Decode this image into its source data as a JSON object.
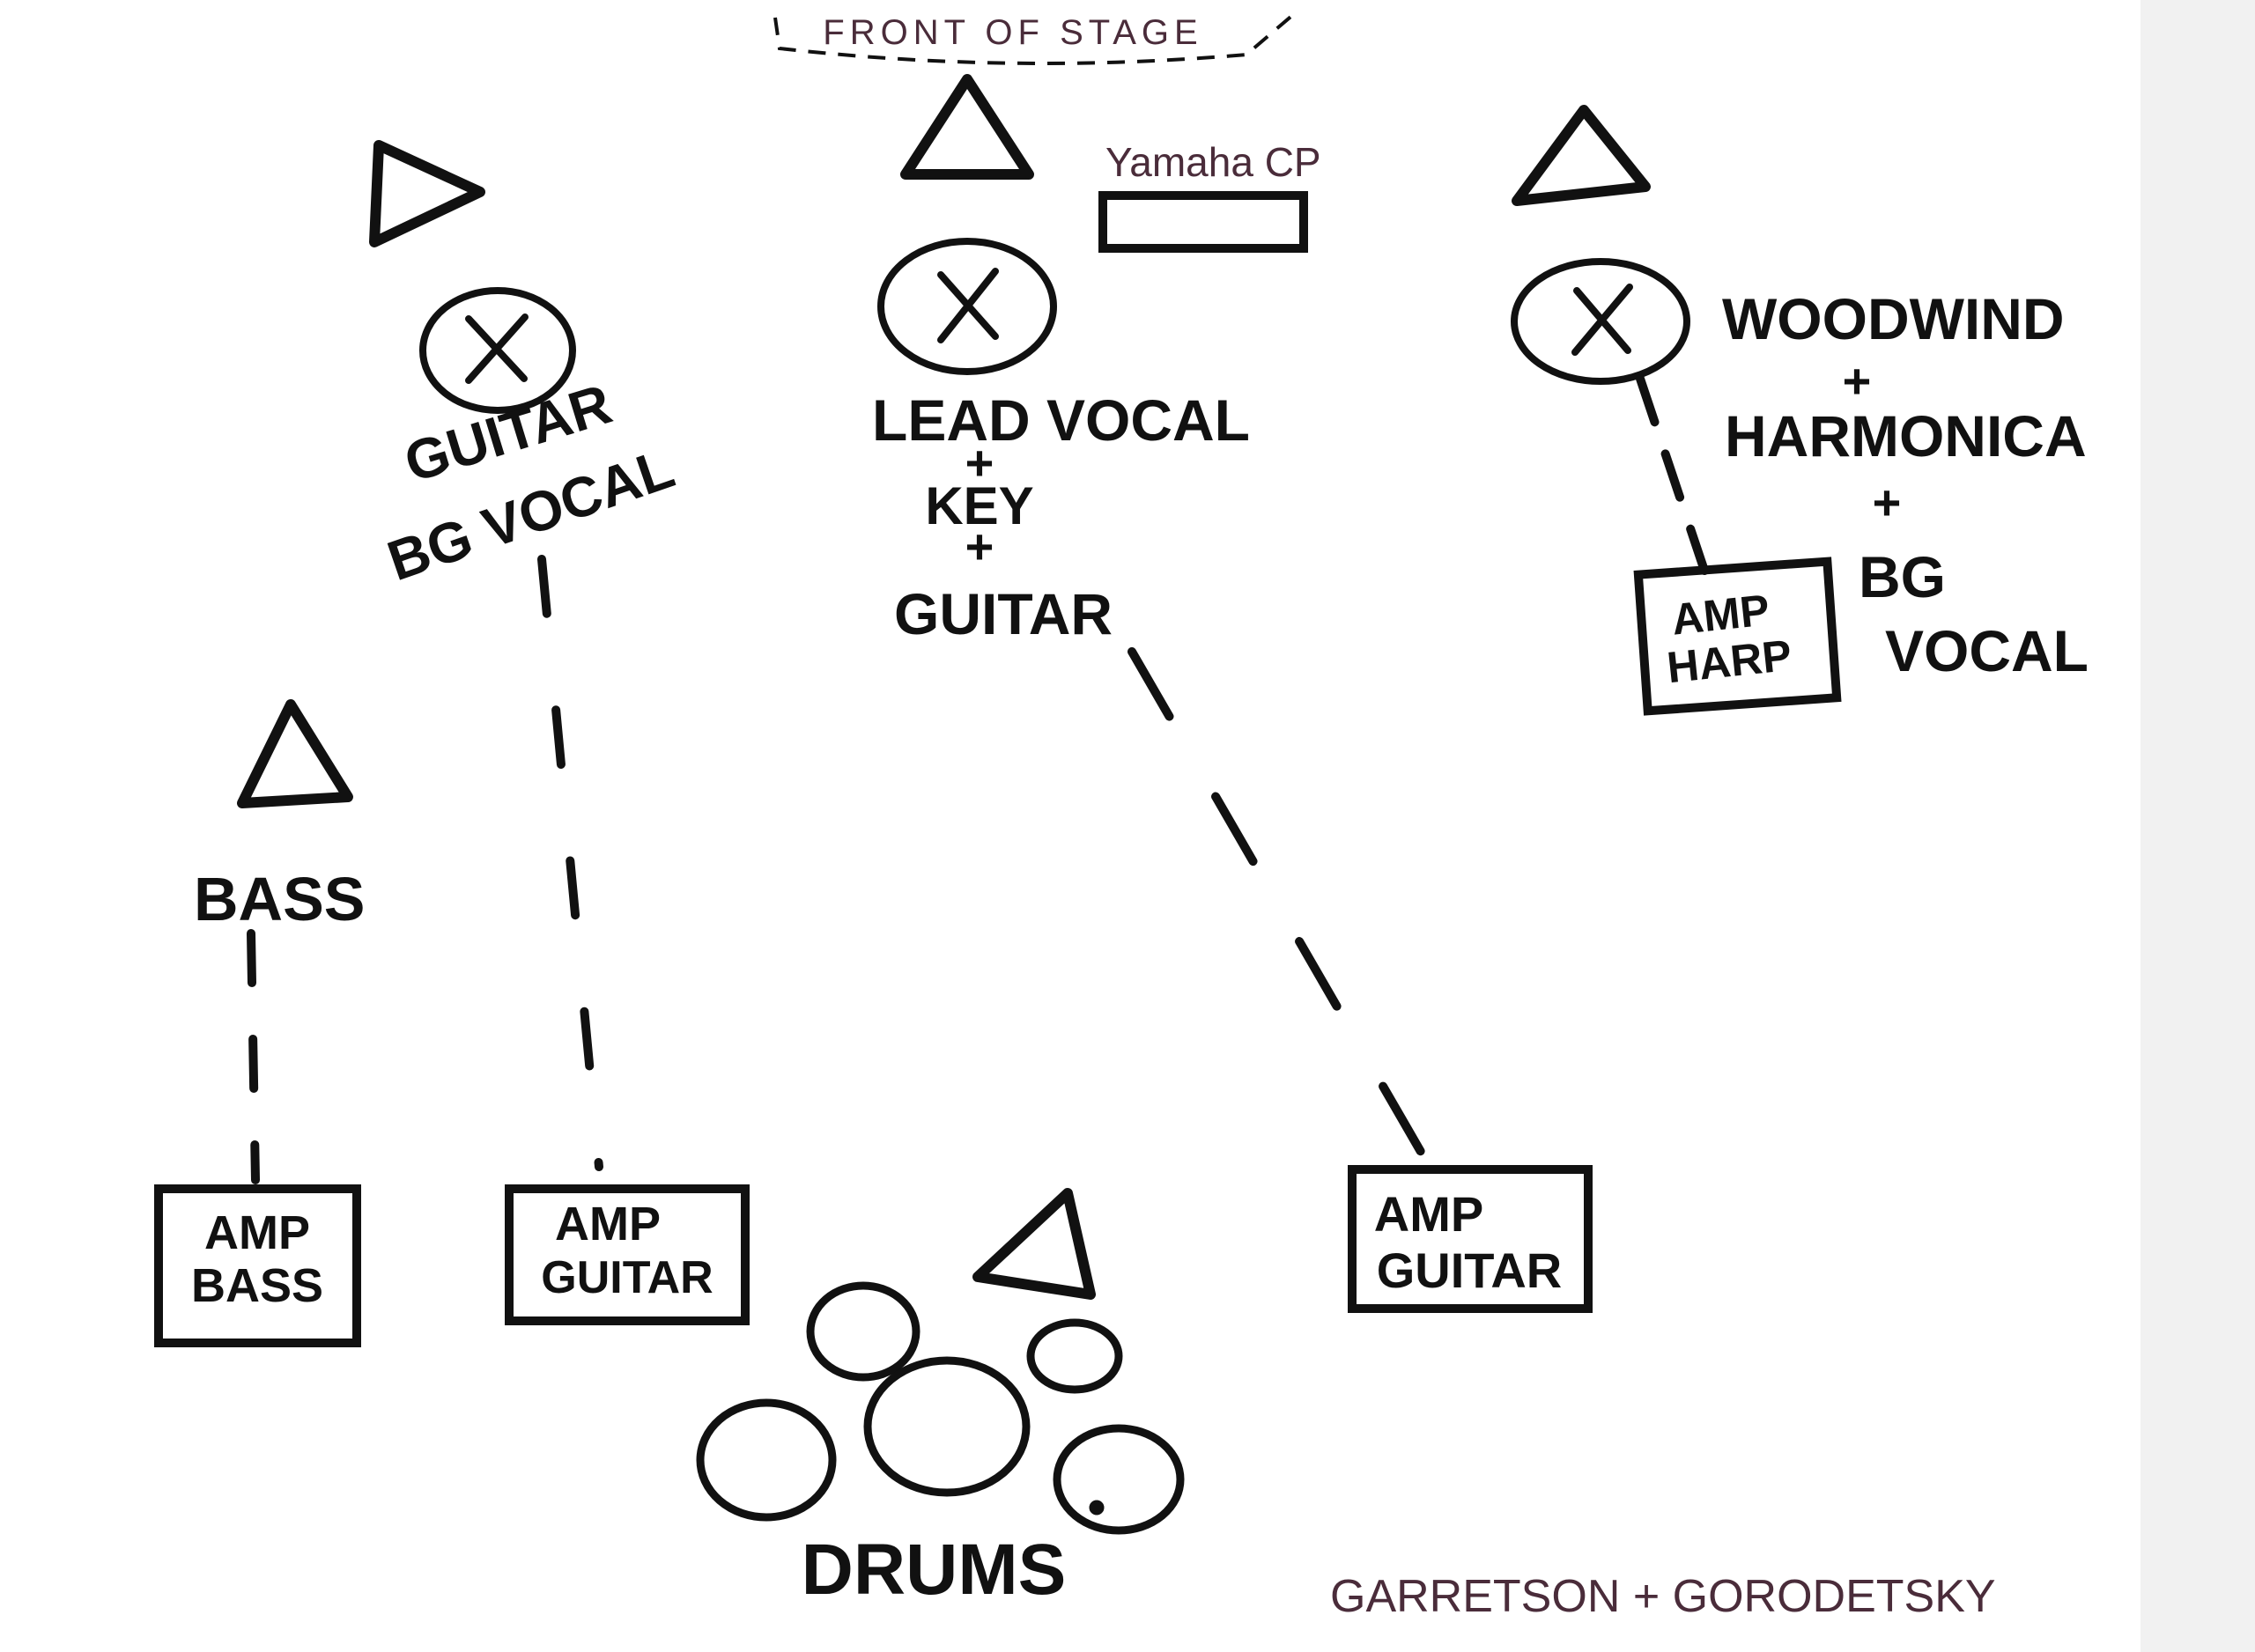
{
  "front_of_stage": "FRONT OF STAGE",
  "keyboard_label": "Yamaha CP",
  "positions": {
    "left": {
      "line1": "GUITAR",
      "line2": "BG VOCAL"
    },
    "center": {
      "line1": "LEAD VOCAL",
      "plus1": "+",
      "line2": "KEY",
      "plus2": "+",
      "line3": "GUITAR"
    },
    "right": {
      "line1": "WOODWIND",
      "plus1": "+",
      "line2": "HARMONICA",
      "plus2": "+",
      "line3": "BG",
      "line4": "VOCAL"
    },
    "bass": {
      "line1": "BASS"
    }
  },
  "amps": {
    "bass": {
      "line1": "AMP",
      "line2": "BASS"
    },
    "left_guitar": {
      "line1": "AMP",
      "line2": "GUITAR"
    },
    "right_guitar": {
      "line1": "AMP",
      "line2": "GUITAR"
    },
    "harp": {
      "line1": "AMP",
      "line2": "HARP"
    }
  },
  "drums_label": "DRUMS",
  "credit": "GARRETSON + GORODETSKY",
  "colors": {
    "ink": "#111111",
    "handwriting": "#4a2c3a",
    "paper": "#ffffff"
  }
}
